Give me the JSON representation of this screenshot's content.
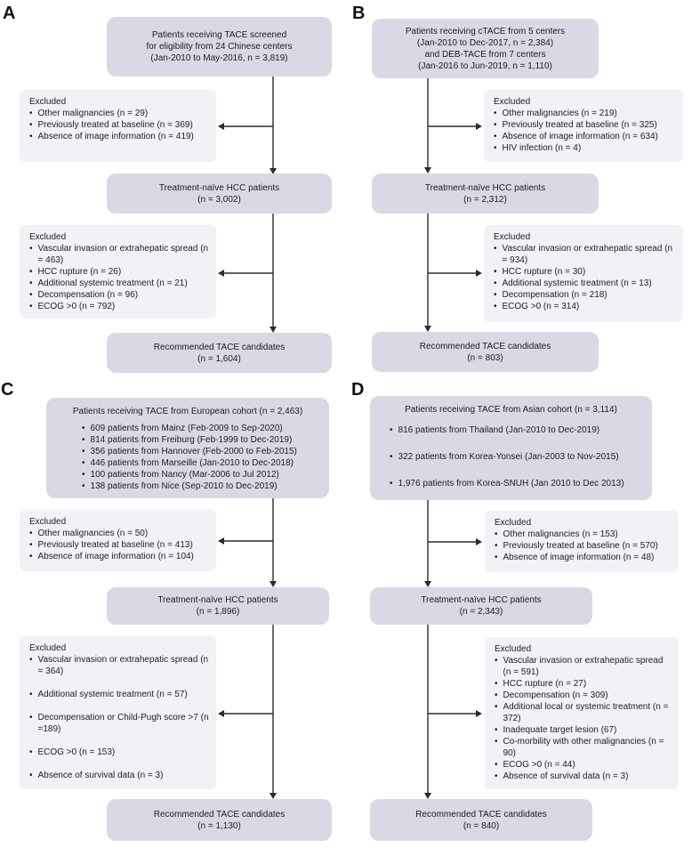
{
  "glyphs": {
    "bullet": "•"
  },
  "colors": {
    "main_box_fill": "#dbd7e4",
    "exclusion_box_fill": "#f2f1f6",
    "arrow": "#2b2b2b",
    "text": "#1d1d1f",
    "background": "#ffffff"
  },
  "panels": [
    {
      "label": "A",
      "source": {
        "lines": [
          "Patients receiving TACE screened",
          "for eligibility from 24 Chinese centers",
          "(Jan-2010 to May-2016, n = 3,819)"
        ]
      },
      "excl1": {
        "title": "Excluded",
        "items": [
          "Other malignancies (n = 29)",
          "Previously treated at baseline (n = 369)",
          "Absence of image information (n = 419)"
        ]
      },
      "mid": {
        "lines": [
          "Treatment-naïve HCC patients",
          "(n = 3,002)"
        ]
      },
      "excl2": {
        "title": "Excluded",
        "items": [
          "Vascular invasion or extrahepatic spread (n = 463)",
          "HCC rupture (n = 26)",
          "Additional systemic treatment (n = 21)",
          "Decompensation (n = 96)",
          "ECOG >0 (n = 792)"
        ]
      },
      "final": {
        "lines": [
          "Recommended TACE candidates",
          "(n = 1,604)"
        ]
      }
    },
    {
      "label": "B",
      "source": {
        "lines": [
          "Patients receiving cTACE from 5 centers",
          "(Jan-2010 to Dec-2017, n = 2,384)",
          "and DEB-TACE from 7 centers",
          "(Jan-2016 to Jun-2019, n = 1,110)"
        ]
      },
      "excl1": {
        "title": "Excluded",
        "items": [
          "Other malignancies (n = 219)",
          "Previously treated at baseline (n = 325)",
          "Absence of image information (n = 634)",
          "HIV infection (n = 4)"
        ]
      },
      "mid": {
        "lines": [
          "Treatment-naïve HCC patients",
          "(n = 2,312)"
        ]
      },
      "excl2": {
        "title": "Excluded",
        "items": [
          "Vascular invasion or extrahepatic spread (n = 934)",
          "HCC rupture (n = 30)",
          "Additional systemic treatment (n = 13)",
          "Decompensation (n = 218)",
          "ECOG >0 (n = 314)"
        ]
      },
      "final": {
        "lines": [
          "Recommended TACE candidates",
          "(n = 803)"
        ]
      }
    },
    {
      "label": "C",
      "source": {
        "title": "Patients receiving TACE from European cohort (n = 2,463)",
        "items": [
          "609 patients from Mainz (Feb-2009 to Sep-2020)",
          "814 patients from Freiburg (Feb-1999 to Dec-2019)",
          "356 patients from Hannover (Feb-2000 to Feb-2015)",
          "446 patients from Marseille (Jan-2010 to Dec-2018)",
          "100 patients from Nancy (Mar-2006 to Jul 2012)",
          "138 patients from Nice (Sep-2010 to Dec-2019)"
        ]
      },
      "excl1": {
        "title": "Excluded",
        "items": [
          "Other malignancies (n = 50)",
          "Previously treated at baseline (n = 413)",
          "Absence of image information (n = 104)"
        ]
      },
      "mid": {
        "lines": [
          "Treatment-naïve HCC patients",
          "(n = 1,896)"
        ]
      },
      "excl2": {
        "title": "Excluded",
        "items": [
          "Vascular invasion or extrahepatic spread (n = 364)",
          "Additional systemic treatment (n = 57)",
          "Decompensation or Child-Pugh score >7 (n =189)",
          "ECOG >0 (n = 153)",
          "Absence of survival data (n = 3)"
        ]
      },
      "final": {
        "lines": [
          "Recommended TACE candidates",
          "(n = 1,130)"
        ]
      }
    },
    {
      "label": "D",
      "source": {
        "title": "Patients receiving TACE from Asian cohort (n = 3,114)",
        "items": [
          "816 patients from Thailand (Jan-2010 to Dec-2019)",
          "322 patients from Korea-Yonsei (Jan-2003 to Nov-2015)",
          "1,976 patients from Korea-SNUH (Jan 2010 to Dec 2013)"
        ]
      },
      "excl1": {
        "title": "Excluded",
        "items": [
          "Other malignancies (n = 153)",
          "Previously treated at baseline (n = 570)",
          "Absence of image information (n = 48)"
        ]
      },
      "mid": {
        "lines": [
          "Treatment-naïve HCC patients",
          "(n = 2,343)"
        ]
      },
      "excl2": {
        "title": "Excluded",
        "items": [
          "Vascular invasion or extrahepatic spread (n = 591)",
          "HCC rupture (n = 27)",
          "Decompensation (n = 309)",
          "Additional local or systemic treatment (n = 372)",
          "Inadequate target lesion (67)",
          "Co-morbility with other malignancies (n = 90)",
          "ECOG >0 (n = 44)",
          "Absence of survival data (n = 3)"
        ]
      },
      "final": {
        "lines": [
          "Recommended TACE candidates",
          "(n = 840)"
        ]
      }
    }
  ]
}
